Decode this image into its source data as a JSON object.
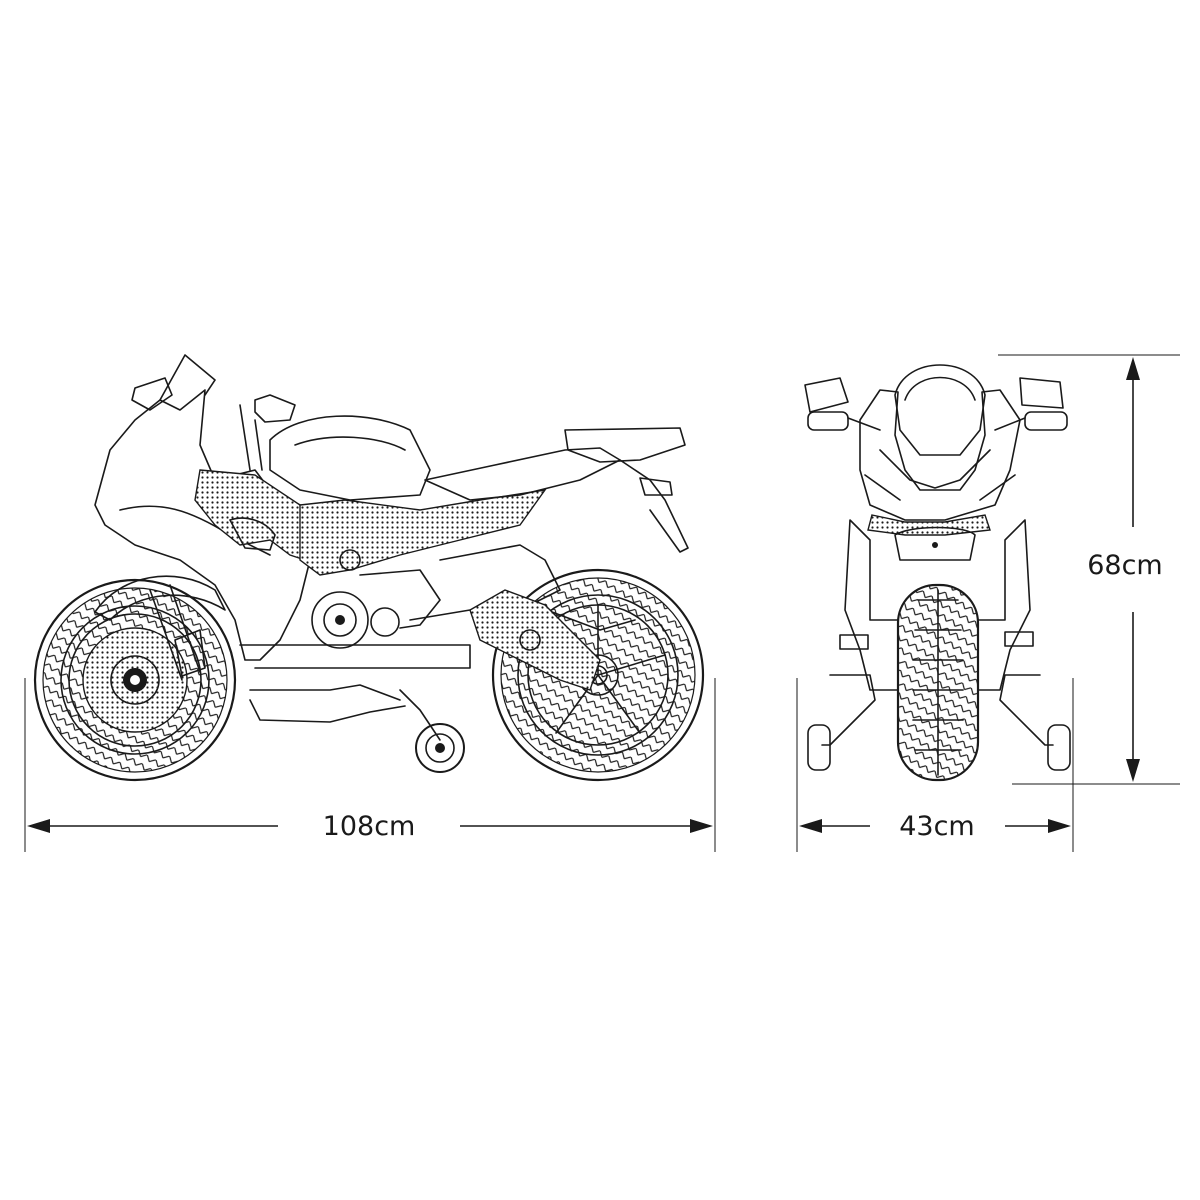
{
  "dimensions": {
    "length_label": "108cm",
    "width_label": "43cm",
    "height_label": "68cm"
  },
  "views": {
    "side": "motorcycle-side-view",
    "front": "motorcycle-front-view"
  },
  "colors": {
    "line": "#1a1a1a",
    "background": "#ffffff"
  }
}
